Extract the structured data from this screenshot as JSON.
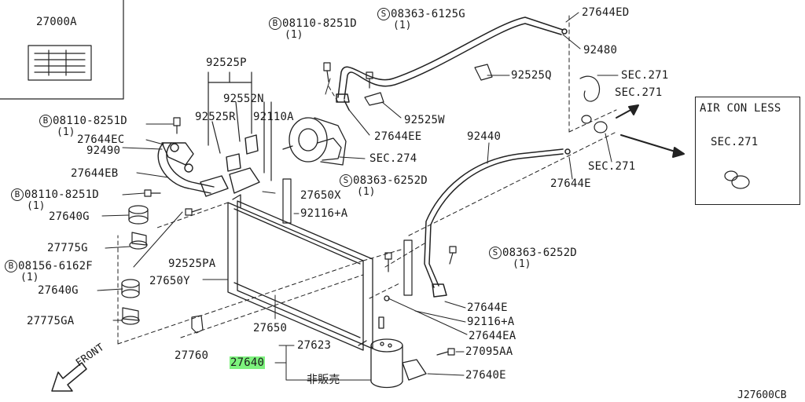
{
  "diagram": {
    "labels": {
      "kit_27000A": "27000A",
      "p_92525P": "92525P",
      "p_92552N": "92552N",
      "p_92525R": "92525R",
      "p_92110A": "92110A",
      "p_27644EC": "27644EC",
      "p_92490": "92490",
      "p_27644EB": "27644EB",
      "p_27640G": "27640G",
      "p_27775G": "27775G",
      "p_92525PA": "92525PA",
      "p_27650Y": "27650Y",
      "p_27640G_2": "27640G",
      "p_27775GA": "27775GA",
      "p_27760": "27760",
      "p_27650": "27650",
      "p_27650X": "27650X",
      "p_92116A_top": "92116+A",
      "p_27623": "27623",
      "p_27640": "27640",
      "p_not_sold": "非販売",
      "p_27095AA": "27095AA",
      "p_27640E_bot": "27640E",
      "p_27644E_mid": "27644E",
      "p_92116A_mid": "92116+A",
      "p_27644EA": "27644EA",
      "p_27644EE": "27644EE",
      "p_92525W": "92525W",
      "p_SEC274": "SEC.274",
      "p_92440": "92440",
      "p_27644E_right": "27644E",
      "p_SEC271_a": "SEC.271",
      "p_SEC271_b": "SEC.271",
      "p_SEC271_c": "SEC.271",
      "p_92525Q": "92525Q",
      "p_92480": "92480",
      "p_27644ED": "27644ED",
      "front": "FRONT",
      "aircon_less_title": "AIR CON LESS",
      "aircon_less_sec": "SEC.271",
      "diagram_ref": "J27600CB"
    },
    "bolts": {
      "b1_code": "08110-8251D",
      "b1_qty": "(1)",
      "b2_code": "08110-8251D",
      "b2_qty": "(1)",
      "b3_code": "08110-8251D",
      "b3_qty": "(1)",
      "b4_code": "08156-6162F",
      "b4_qty": "(1)",
      "s1_code": "08363-6125G",
      "s1_qty": "(1)",
      "s2_code": "08363-6252D",
      "s2_qty": "(1)",
      "s3_code": "08363-6252D",
      "s3_qty": "(1)",
      "badge_b": "B",
      "badge_s": "S"
    },
    "highlight_color": "#7df27d"
  }
}
